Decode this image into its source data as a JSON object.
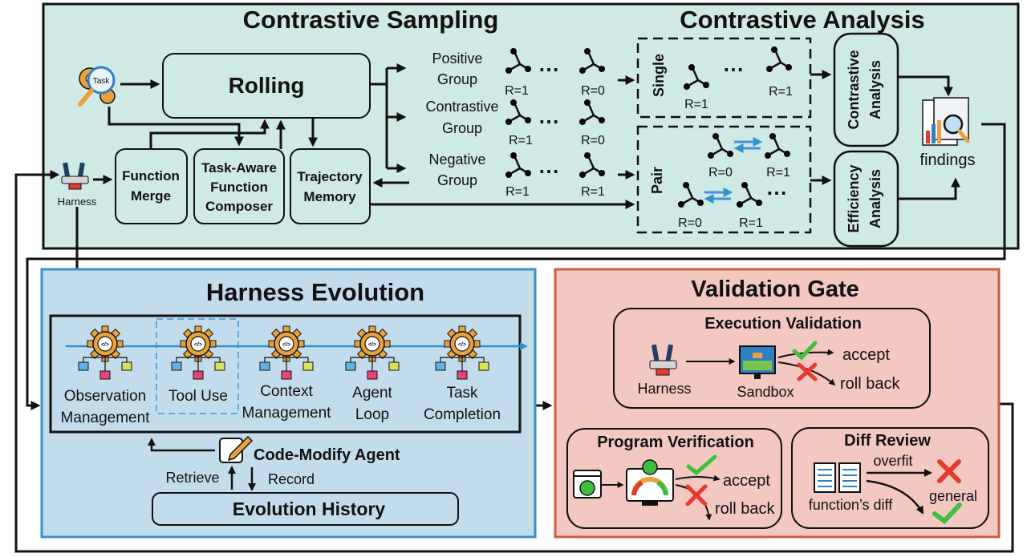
{
  "top": {
    "sampling_title": "Contrastive Sampling",
    "analysis_title": "Contrastive Analysis",
    "task_label": "Task",
    "harness_label": "Harness",
    "rolling": "Rolling",
    "function_merge": [
      "Function",
      "Merge"
    ],
    "composer": [
      "Task-Aware",
      "Function",
      "Composer"
    ],
    "trajectory_memory": [
      "Trajectory",
      "Memory"
    ],
    "positive_group": [
      "Positive",
      "Group"
    ],
    "contrastive_group": [
      "Contrastive",
      "Group"
    ],
    "negative_group": [
      "Negative",
      "Group"
    ],
    "ellipsis": "⋯",
    "rewards": {
      "pos_first": "R=1",
      "pos_last": "R=0",
      "con_first": "R=1",
      "con_last": "R=0",
      "neg_first": "R=1",
      "neg_last": "R=1"
    },
    "single": "Single",
    "single_left": "R=1",
    "single_right": "R=1",
    "pair": "Pair",
    "pair_row1": [
      "R=0",
      "R=1"
    ],
    "pair_row2": [
      "R=0",
      "R=1"
    ],
    "contrastive_analysis": [
      "Contrastive",
      "Analysis"
    ],
    "efficiency_analysis": [
      "Efficiency",
      "Analysis"
    ],
    "findings": "findings"
  },
  "evolution": {
    "title": "Harness Evolution",
    "modules": [
      {
        "lines": [
          "Observation",
          "Management"
        ]
      },
      {
        "lines": [
          "Tool Use"
        ]
      },
      {
        "lines": [
          "Context",
          "Management"
        ]
      },
      {
        "lines": [
          "Agent",
          "Loop"
        ]
      },
      {
        "lines": [
          "Task",
          "Completion"
        ]
      }
    ],
    "code_icon": "</>",
    "agent": "Code-Modify Agent",
    "retrieve": "Retrieve",
    "record": "Record",
    "history": "Evolution History"
  },
  "validation": {
    "title": "Validation Gate",
    "execution_title": "Execution Validation",
    "harness": "Harness",
    "sandbox": "Sandbox",
    "accept": "accept",
    "rollback": "roll back",
    "program_title": "Program Verification",
    "prog_accept": "accept",
    "prog_rollback": "roll back",
    "diff_title": "Diff Review",
    "overfit": "overfit",
    "general": "general",
    "functions_diff": "function’s diff"
  },
  "colors": {
    "teal_bg": "#cfe9e4",
    "blue_bg": "#c3dcec",
    "blue_border": "#3a8fc8",
    "red_bg": "#f2c8c0",
    "red_border": "#d45a43",
    "check": "#3fbf3f",
    "cross": "#e53a2f"
  }
}
